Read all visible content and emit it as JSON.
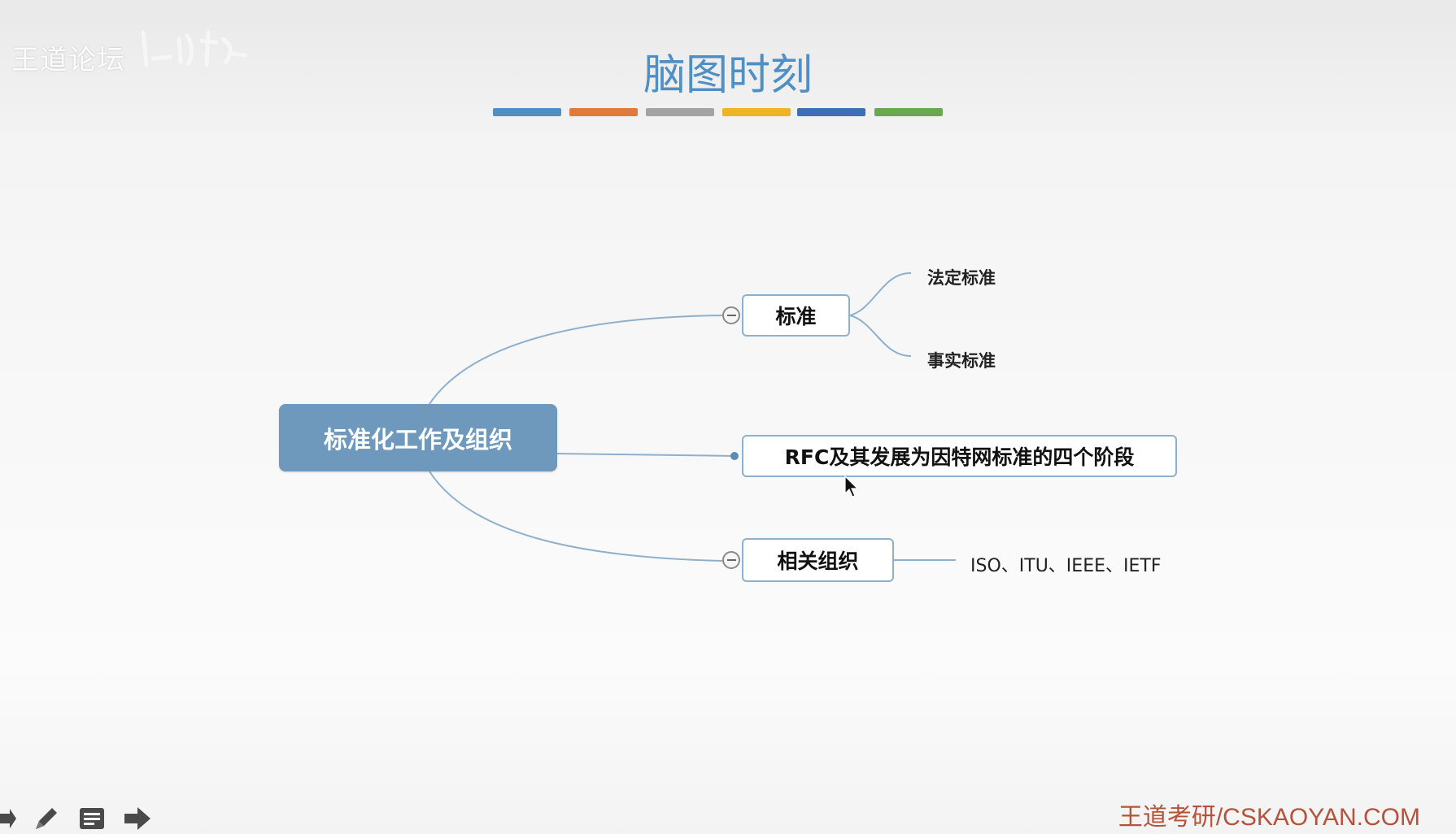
{
  "watermark": {
    "text": "王道论坛"
  },
  "slide": {
    "title": "脑图时刻",
    "color_bars": [
      "#4f8fc4",
      "#e07a3c",
      "#a3a3a3",
      "#f0b323",
      "#3d6fb8",
      "#6aa84f"
    ]
  },
  "mindmap": {
    "root": "标准化工作及组织",
    "branches": [
      {
        "label": "标准",
        "children": [
          "法定标准",
          "事实标准"
        ]
      },
      {
        "label": "RFC及其发展为因特网标准的四个阶段",
        "children": []
      },
      {
        "label": "相关组织",
        "children": [
          "ISO、ITU、IEEE、IETF"
        ]
      }
    ]
  },
  "toolbar": {
    "icons": [
      "arrow-left-icon",
      "pen-icon",
      "notes-icon",
      "arrow-right-icon"
    ]
  },
  "footer": {
    "brand": "王道考研/CSKAOYAN.COM"
  }
}
